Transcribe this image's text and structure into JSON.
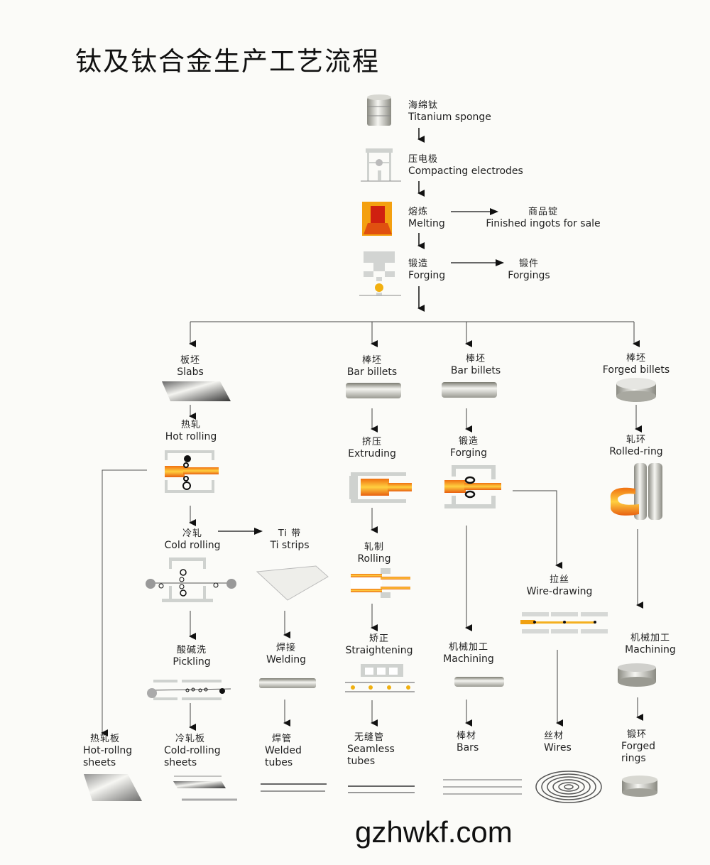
{
  "title": "钛及钛合金生产工艺流程",
  "website": "gzhwkf.com",
  "colors": {
    "hot_metal": "#f0801a",
    "hot_metal_light": "#ffc53a",
    "machine_gray": "#cfd2cf",
    "line": "#333333",
    "background": "#fbfbf8"
  },
  "main_chain": [
    {
      "zh": "海绵钛",
      "en": "Titanium sponge",
      "icon": "sponge-cylinder-icon"
    },
    {
      "zh": "压电极",
      "en": "Compacting  electrodes",
      "icon": "press-icon"
    },
    {
      "zh": "熔炼",
      "en": "Melting",
      "icon": "furnace-icon"
    },
    {
      "zh": "锻造",
      "en": "Forging",
      "icon": "forging-press-icon"
    }
  ],
  "side_products": [
    {
      "zh": "商品锭",
      "en": "Finished  ingots  for  sale"
    },
    {
      "zh": "锻件",
      "en": "Forgings"
    }
  ],
  "branches": {
    "slabs": {
      "zh": "板坯",
      "en": "Slabs"
    },
    "bar_billets_1": {
      "zh": "棒坯",
      "en": "Bar  billets"
    },
    "bar_billets_2": {
      "zh": "棒坯",
      "en": "Bar  billets"
    },
    "forged_billets": {
      "zh": "棒坯",
      "en": "Forged  billets"
    }
  },
  "steps": {
    "hot_rolling": {
      "zh": "热轧",
      "en": "Hot  rolling"
    },
    "cold_rolling": {
      "zh": "冷轧",
      "en": "Cold  rolling"
    },
    "ti_strips": {
      "zh": "Ti 带",
      "en": "Ti strips"
    },
    "pickling": {
      "zh": "酸碱洗",
      "en": "Pickling"
    },
    "welding": {
      "zh": "焊接",
      "en": "Welding"
    },
    "extruding": {
      "zh": "挤压",
      "en": "Extruding"
    },
    "rolling": {
      "zh": "轧制",
      "en": "Rolling"
    },
    "straightening": {
      "zh": "矫正",
      "en": "Straightening"
    },
    "forging2": {
      "zh": "锻造",
      "en": "Forging"
    },
    "machining1": {
      "zh": "机械加工",
      "en": "Machining"
    },
    "wire_drawing": {
      "zh": "拉丝",
      "en": "Wire-drawing"
    },
    "rolled_ring": {
      "zh": "轧环",
      "en": "Rolled-ring"
    },
    "machining2": {
      "zh": "机械加工",
      "en": "Machining"
    }
  },
  "final_products": [
    {
      "zh": "热轧板",
      "en1": "Hot-rollng",
      "en2": "sheets"
    },
    {
      "zh": "冷轧板",
      "en1": "Cold-rolling",
      "en2": "sheets"
    },
    {
      "zh": "焊管",
      "en1": "Welded",
      "en2": "tubes"
    },
    {
      "zh": "无缝管",
      "en1": "Seamless",
      "en2": "tubes"
    },
    {
      "zh": "棒材",
      "en1": "Bars",
      "en2": ""
    },
    {
      "zh": "丝材",
      "en1": "Wires",
      "en2": ""
    },
    {
      "zh": "锻环",
      "en1": "Forged",
      "en2": "rings"
    }
  ]
}
